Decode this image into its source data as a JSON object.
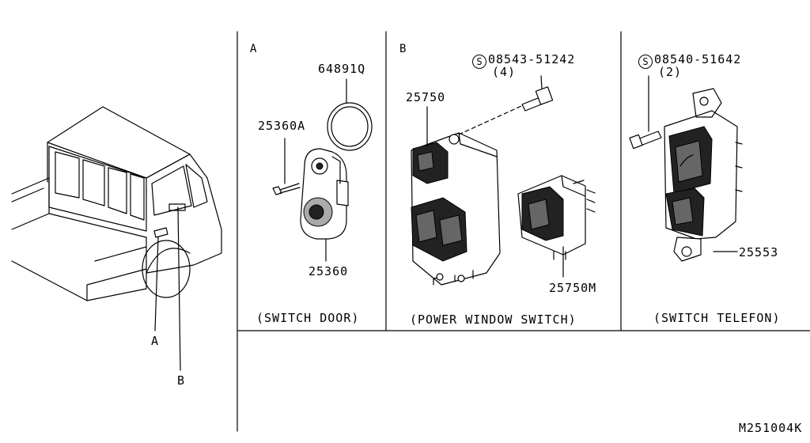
{
  "section_labels": {
    "a": "A",
    "b": "B"
  },
  "truck_callouts": {
    "a": "A",
    "b": "B"
  },
  "parts": {
    "gasket": "64891Q",
    "bolt_door": "25360A",
    "switch_door": "25360",
    "pw_switch_main": "25750",
    "pw_switch_sub": "25750M",
    "screw_pw": {
      "mark": "S",
      "number": "08543-51242",
      "qty": "(4)"
    },
    "screw_tel": {
      "mark": "S",
      "number": "08540-51642",
      "qty": "(2)"
    },
    "switch_telefon": "25553"
  },
  "captions": {
    "switch_door": "(SWITCH DOOR)",
    "power_window": "(POWER WINDOW SWITCH)",
    "switch_telefon": "(SWITCH TELEFON)"
  },
  "drawing_code": "M251004K"
}
